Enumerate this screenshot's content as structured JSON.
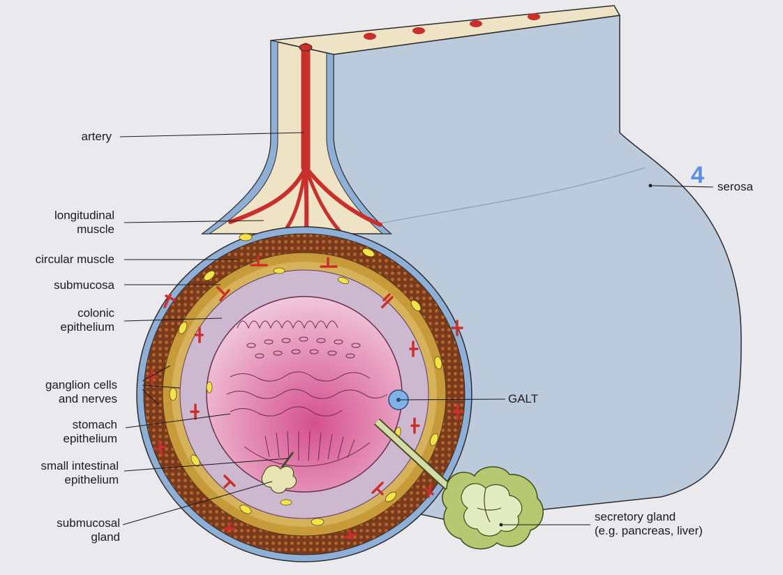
{
  "labels": {
    "artery": "artery",
    "longitudinal_muscle": [
      "longitudinal",
      "muscle"
    ],
    "circular_muscle": "circular muscle",
    "submucosa": "submucosa",
    "colonic_epithelium": [
      "colonic",
      "epithelium"
    ],
    "ganglion_cells": [
      "ganglion cells",
      "and nerves"
    ],
    "stomach_epithelium": [
      "stomach",
      "epithelium"
    ],
    "small_intestinal_epithelium": [
      "small intestinal",
      "epithelium"
    ],
    "submucosal_gland": [
      "submucosal",
      "gland"
    ],
    "serosa": "serosa",
    "galt": "GALT",
    "secretory_gland": [
      "secretory gland",
      "(e.g. pancreas, liver)"
    ]
  },
  "marker": "4",
  "colors": {
    "background": "#e9e9ee",
    "serosa": "#bccbdc",
    "mesentery": "#efe3c6",
    "artery": "#c9302c",
    "longitudinal_muscle": "#7a3a1c",
    "circular_muscle": "#c79a3a",
    "submucosa": "#cdb9cf",
    "mucosa": "#e38fb4",
    "galt": "#7fb3e8",
    "gland": "#c9d69a",
    "marker": "#5b8ee6"
  }
}
